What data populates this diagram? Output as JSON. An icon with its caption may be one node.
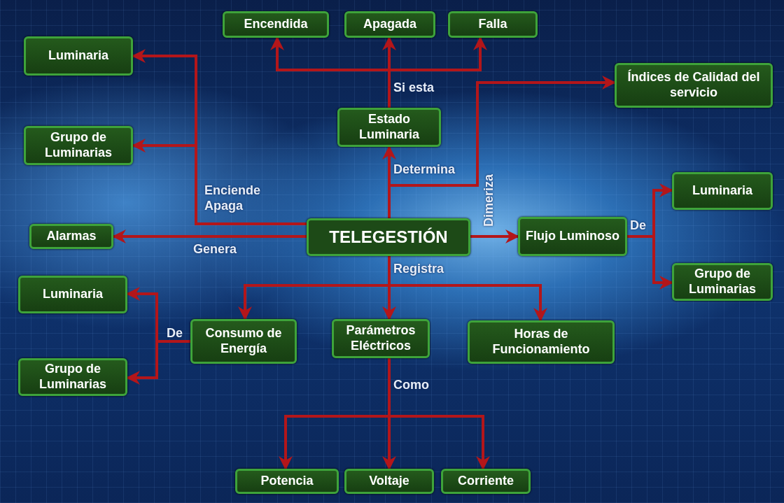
{
  "diagram": {
    "nodes": [
      {
        "text": [
          "TELEGESTIÓN"
        ]
      },
      {
        "text": [
          "Encendida"
        ]
      },
      {
        "text": [
          "Apagada"
        ]
      },
      {
        "text": [
          "Falla"
        ]
      },
      {
        "text": [
          "Luminaria"
        ]
      },
      {
        "text": [
          "Índices de Calidad del servicio"
        ]
      },
      {
        "text": [
          "Estado Luminaria"
        ]
      },
      {
        "text": [
          "Grupo de Luminarias"
        ]
      },
      {
        "text": [
          "Luminaria"
        ]
      },
      {
        "text": [
          "Alarmas"
        ]
      },
      {
        "text": [
          "Flujo Luminoso"
        ]
      },
      {
        "text": [
          "Grupo de Luminarias"
        ]
      },
      {
        "text": [
          "Luminaria"
        ]
      },
      {
        "text": [
          "Consumo de Energía"
        ]
      },
      {
        "text": [
          "Parámetros Eléctricos"
        ]
      },
      {
        "text": [
          "Horas de Funcionamiento"
        ]
      },
      {
        "text": [
          "Grupo de Luminarias"
        ]
      },
      {
        "text": [
          "Potencia"
        ]
      },
      {
        "text": [
          "Voltaje"
        ]
      },
      {
        "text": [
          "Corriente"
        ]
      }
    ],
    "edges": [
      {
        "from": 0,
        "to": 6,
        "arrow": "to",
        "label": "Determina"
      },
      {
        "from": 6,
        "to": 1,
        "arrow": "to"
      },
      {
        "from": 6,
        "to": 2,
        "arrow": "to",
        "label": "Si esta"
      },
      {
        "from": 6,
        "to": 3,
        "arrow": "to"
      },
      {
        "from": 0,
        "to": 4,
        "arrow": "to",
        "label": "Enciende Apaga"
      },
      {
        "from": 0,
        "to": 7,
        "arrow": "to"
      },
      {
        "from": 0,
        "to": 5,
        "arrow": "to"
      },
      {
        "from": 0,
        "to": 9,
        "arrow": "to",
        "label": "Genera"
      },
      {
        "from": 0,
        "to": 10,
        "arrow": "to",
        "label": "Dimeriza"
      },
      {
        "from": 10,
        "to": 8,
        "arrow": "to",
        "label": "De"
      },
      {
        "from": 10,
        "to": 11,
        "arrow": "to"
      },
      {
        "from": 0,
        "to": 13,
        "arrow": "to"
      },
      {
        "from": 0,
        "to": 14,
        "arrow": "to",
        "label": "Registra"
      },
      {
        "from": 0,
        "to": 15,
        "arrow": "to"
      },
      {
        "from": 13,
        "to": 12,
        "arrow": "to",
        "label": "De"
      },
      {
        "from": 13,
        "to": 16,
        "arrow": "to"
      },
      {
        "from": 14,
        "to": 17,
        "arrow": "to"
      },
      {
        "from": 14,
        "to": 18,
        "arrow": "to",
        "label": "Como"
      },
      {
        "from": 14,
        "to": 19,
        "arrow": "to"
      }
    ]
  }
}
